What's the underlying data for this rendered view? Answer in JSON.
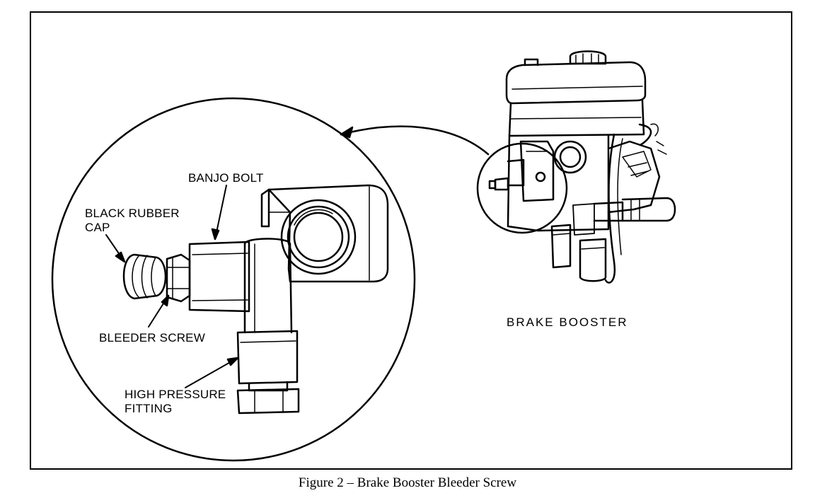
{
  "labels": {
    "banjo_bolt": "BANJO BOLT",
    "black_rubber_cap_line1": "BLACK RUBBER",
    "black_rubber_cap_line2": "CAP",
    "bleeder_screw": "BLEEDER SCREW",
    "high_pressure_fitting_line1": "HIGH PRESSURE",
    "high_pressure_fitting_line2": "FITTING",
    "brake_booster": "BRAKE BOOSTER"
  },
  "caption": "Figure 2 – Brake Booster Bleeder Screw"
}
